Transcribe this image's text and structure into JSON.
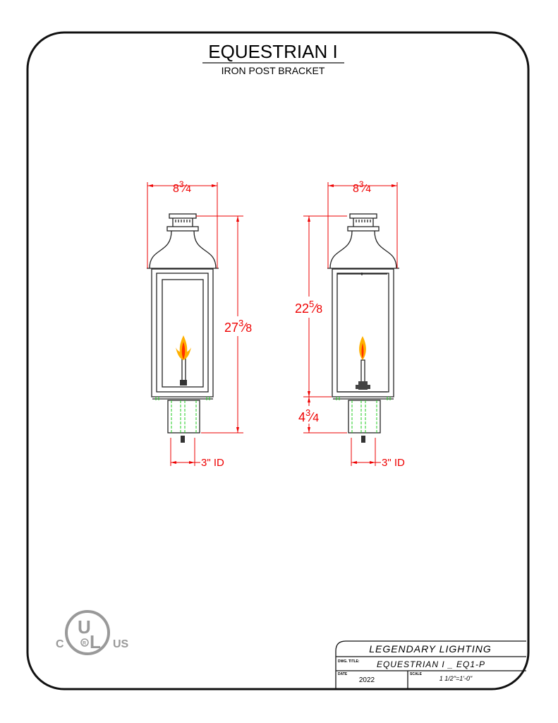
{
  "header": {
    "title": "EQUESTRIAN I",
    "subtitle": "IRON POST BRACKET"
  },
  "front_view": {
    "width_dim": {
      "whole": "8",
      "num": "3",
      "den": "4"
    },
    "height_dim": {
      "whole": "27",
      "num": "3",
      "den": "8"
    },
    "post_dim": "3\" ID"
  },
  "side_view": {
    "width_dim": {
      "whole": "8",
      "num": "3",
      "den": "4"
    },
    "body_dim": {
      "whole": "22",
      "num": "5",
      "den": "8"
    },
    "post_height_dim": {
      "whole": "4",
      "num": "3",
      "den": "4"
    },
    "post_dim": "3\" ID"
  },
  "logo": {
    "left": "C",
    "mark_u": "U",
    "mark_l": "L",
    "registered": "R",
    "right": "US"
  },
  "title_block": {
    "company": "LEGENDARY LIGHTING",
    "dwg_title_label": "DWG. TITLE:",
    "dwg_title": "EQUESTRIAN I _ EQ1-P",
    "date_label": "DATE",
    "date": "2022",
    "scale_label": "SCALE",
    "scale": "1 1/2\"=1'-0\""
  },
  "colors": {
    "dimension": "#e00000",
    "hidden_line": "#22cc22",
    "flame_outer": "#ffb000",
    "flame_inner": "#ff3000"
  }
}
